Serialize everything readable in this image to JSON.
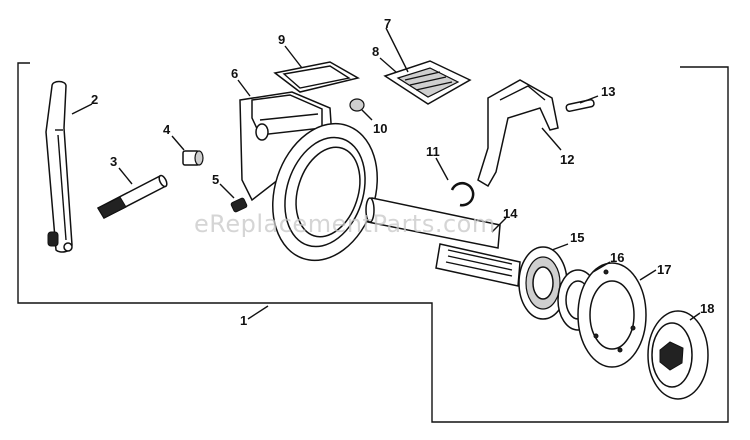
{
  "watermark": "eReplacementParts.com",
  "callouts": [
    {
      "id": "1",
      "text": "1"
    },
    {
      "id": "2",
      "text": "2"
    },
    {
      "id": "3",
      "text": "3"
    },
    {
      "id": "4",
      "text": "4"
    },
    {
      "id": "5",
      "text": "5"
    },
    {
      "id": "6",
      "text": "6"
    },
    {
      "id": "7",
      "text": "7"
    },
    {
      "id": "8",
      "text": "8"
    },
    {
      "id": "9",
      "text": "9"
    },
    {
      "id": "10",
      "text": "10"
    },
    {
      "id": "11",
      "text": "11"
    },
    {
      "id": "12",
      "text": "12"
    },
    {
      "id": "13",
      "text": "13"
    },
    {
      "id": "14",
      "text": "14"
    },
    {
      "id": "15",
      "text": "15"
    },
    {
      "id": "16",
      "text": "16"
    },
    {
      "id": "17",
      "text": "17"
    },
    {
      "id": "18",
      "text": "18"
    }
  ]
}
